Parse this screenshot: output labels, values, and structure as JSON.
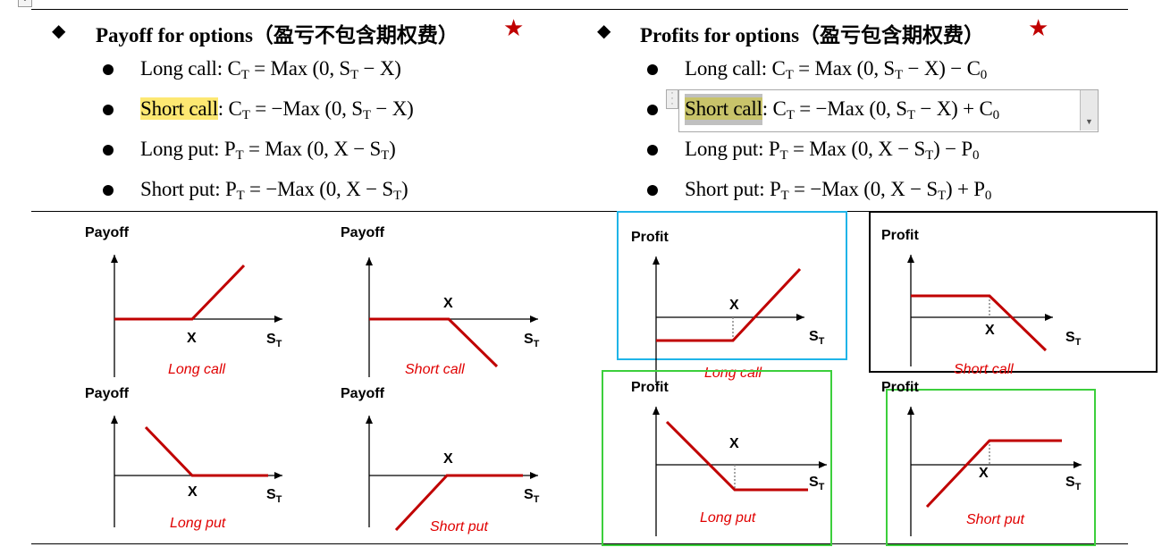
{
  "left": {
    "heading": "Payoff for options（盈亏不包含期权费）",
    "star": "★",
    "items": [
      {
        "label": "Long call",
        "parts": [
          [
            "C",
            "T"
          ],
          [
            " = Max (0, S",
            "T"
          ],
          [
            " − X)",
            ""
          ]
        ]
      },
      {
        "label": "Short call",
        "parts": [
          [
            "C",
            "T"
          ],
          [
            " = −Max (0, S",
            "T"
          ],
          [
            " − X)",
            ""
          ]
        ]
      },
      {
        "label": "Long put",
        "parts": [
          [
            "P",
            "T"
          ],
          [
            " =  Max (0, X − S",
            "T"
          ],
          [
            ")",
            ""
          ]
        ]
      },
      {
        "label": "Short put",
        "parts": [
          [
            "P",
            "T"
          ],
          [
            " = −Max (0, X − S",
            "T"
          ],
          [
            ")",
            ""
          ]
        ]
      }
    ]
  },
  "right": {
    "heading": "Profits for options（盈亏包含期权费）",
    "star": "★",
    "items": [
      {
        "label": "Long call",
        "parts": [
          [
            "C",
            "T"
          ],
          [
            " = Max (0, S",
            "T"
          ],
          [
            " − X) −  C",
            "0"
          ]
        ]
      },
      {
        "label": "Short call",
        "parts": [
          [
            "C",
            "T"
          ],
          [
            " = −Max (0, S",
            "T"
          ],
          [
            " − X)  + C",
            "0"
          ]
        ]
      },
      {
        "label": "Long put",
        "parts": [
          [
            "P",
            "T"
          ],
          [
            " =  Max (0, X − S",
            "T"
          ],
          [
            ") −  P",
            "0"
          ]
        ]
      },
      {
        "label": "Short put",
        "parts": [
          [
            "P",
            "T"
          ],
          [
            " = −Max (0, X − S",
            "T"
          ],
          [
            ")  + P",
            "0"
          ]
        ]
      }
    ]
  },
  "diagrams": {
    "payoff_axis": "Payoff",
    "profit_axis": "Profit",
    "strike": "X",
    "s": "S",
    "s_sub": "T",
    "captions": [
      "Long call",
      "Short call",
      "Long put",
      "Short put"
    ],
    "line_color": "#c00000",
    "caption_color": "#e00000",
    "box_colors": {
      "blue": "#1fb4e8",
      "black": "#000000",
      "green": "#3ccf3c"
    }
  }
}
